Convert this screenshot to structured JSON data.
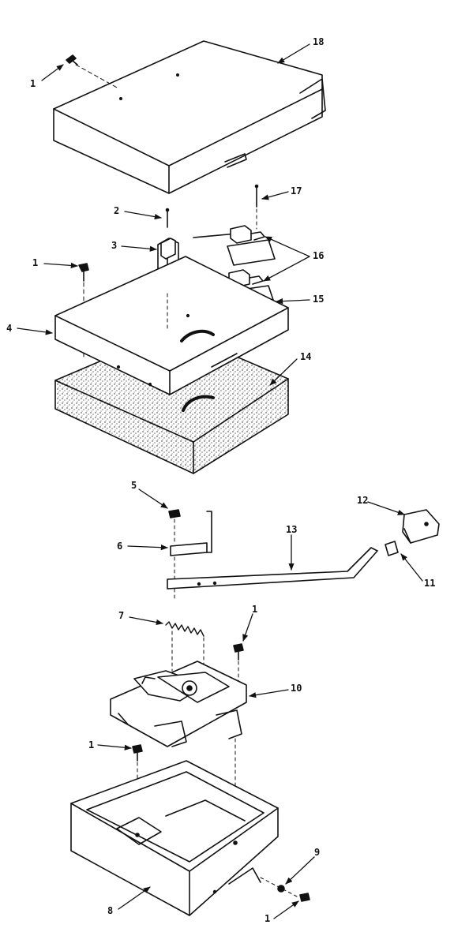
{
  "callouts": {
    "c1a": "1",
    "c18": "18",
    "c17": "17",
    "c2": "2",
    "c3": "3",
    "c16": "16",
    "c1b": "1",
    "c15": "15",
    "c4": "4",
    "c14": "14",
    "c5": "5",
    "c12": "12",
    "c6": "6",
    "c13": "13",
    "c11": "11",
    "c7": "7",
    "c1c": "1",
    "c10": "10",
    "c1d": "1",
    "c9": "9",
    "c8": "8",
    "c1e": "1"
  }
}
